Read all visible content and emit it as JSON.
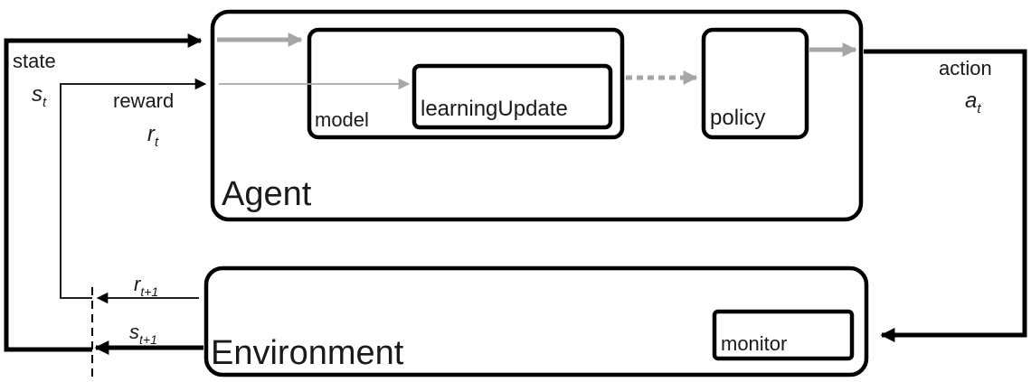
{
  "boxes": {
    "agent": "Agent",
    "environment": "Environment",
    "model": "model",
    "learning_update": "learningUpdate",
    "policy": "policy",
    "monitor": "monitor"
  },
  "signals": {
    "state_word": "state",
    "state_symbol": "s",
    "state_sub": "t",
    "reward_word": "reward",
    "reward_symbol": "r",
    "reward_sub": "t",
    "action_word": "action",
    "action_symbol": "a",
    "action_sub": "t",
    "next_reward_symbol": "r",
    "next_reward_sub": "t+1",
    "next_state_symbol": "s",
    "next_state_sub": "t+1"
  },
  "colors": {
    "stroke": "#000000",
    "internal_arrow": "#a6a6a6"
  }
}
